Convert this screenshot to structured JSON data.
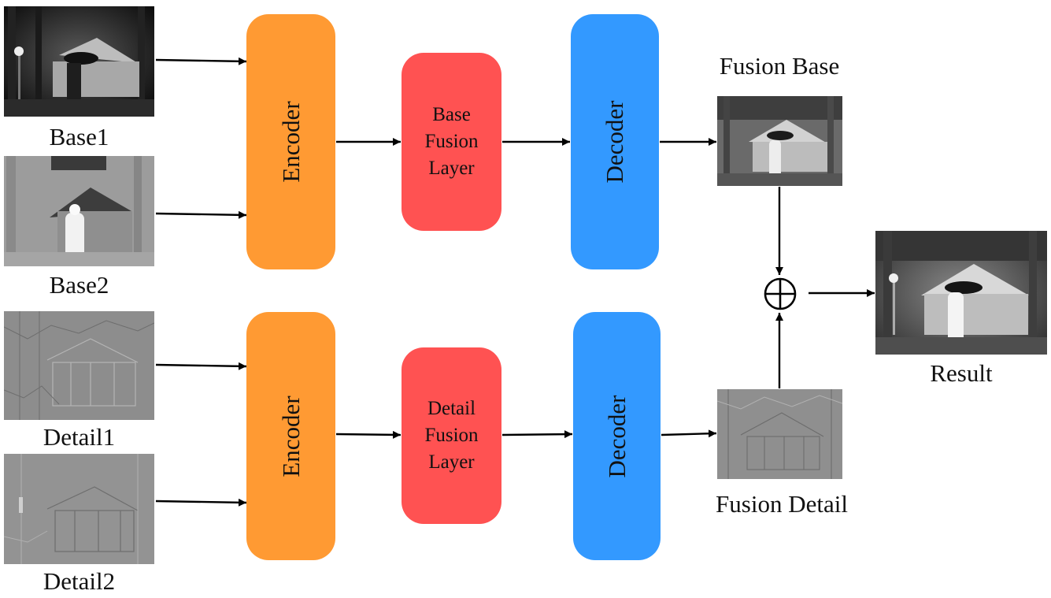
{
  "colors": {
    "encoder": "#FF9A33",
    "fusion_layer": "#FF5252",
    "decoder": "#3399FF",
    "arrow": "#000000"
  },
  "inputs": {
    "base1": "Base1",
    "base2": "Base2",
    "detail1": "Detail1",
    "detail2": "Detail2"
  },
  "top_branch": {
    "encoder": "Encoder",
    "fusion_layer": [
      "Base",
      "Fusion",
      "Layer"
    ],
    "decoder": "Decoder",
    "output": "Fusion Base"
  },
  "bottom_branch": {
    "encoder": "Encoder",
    "fusion_layer": [
      "Detail",
      "Fusion",
      "Layer"
    ],
    "decoder": "Decoder",
    "output": "Fusion Detail"
  },
  "combine": {
    "operator_symbol": "⊕",
    "output": "Result"
  }
}
